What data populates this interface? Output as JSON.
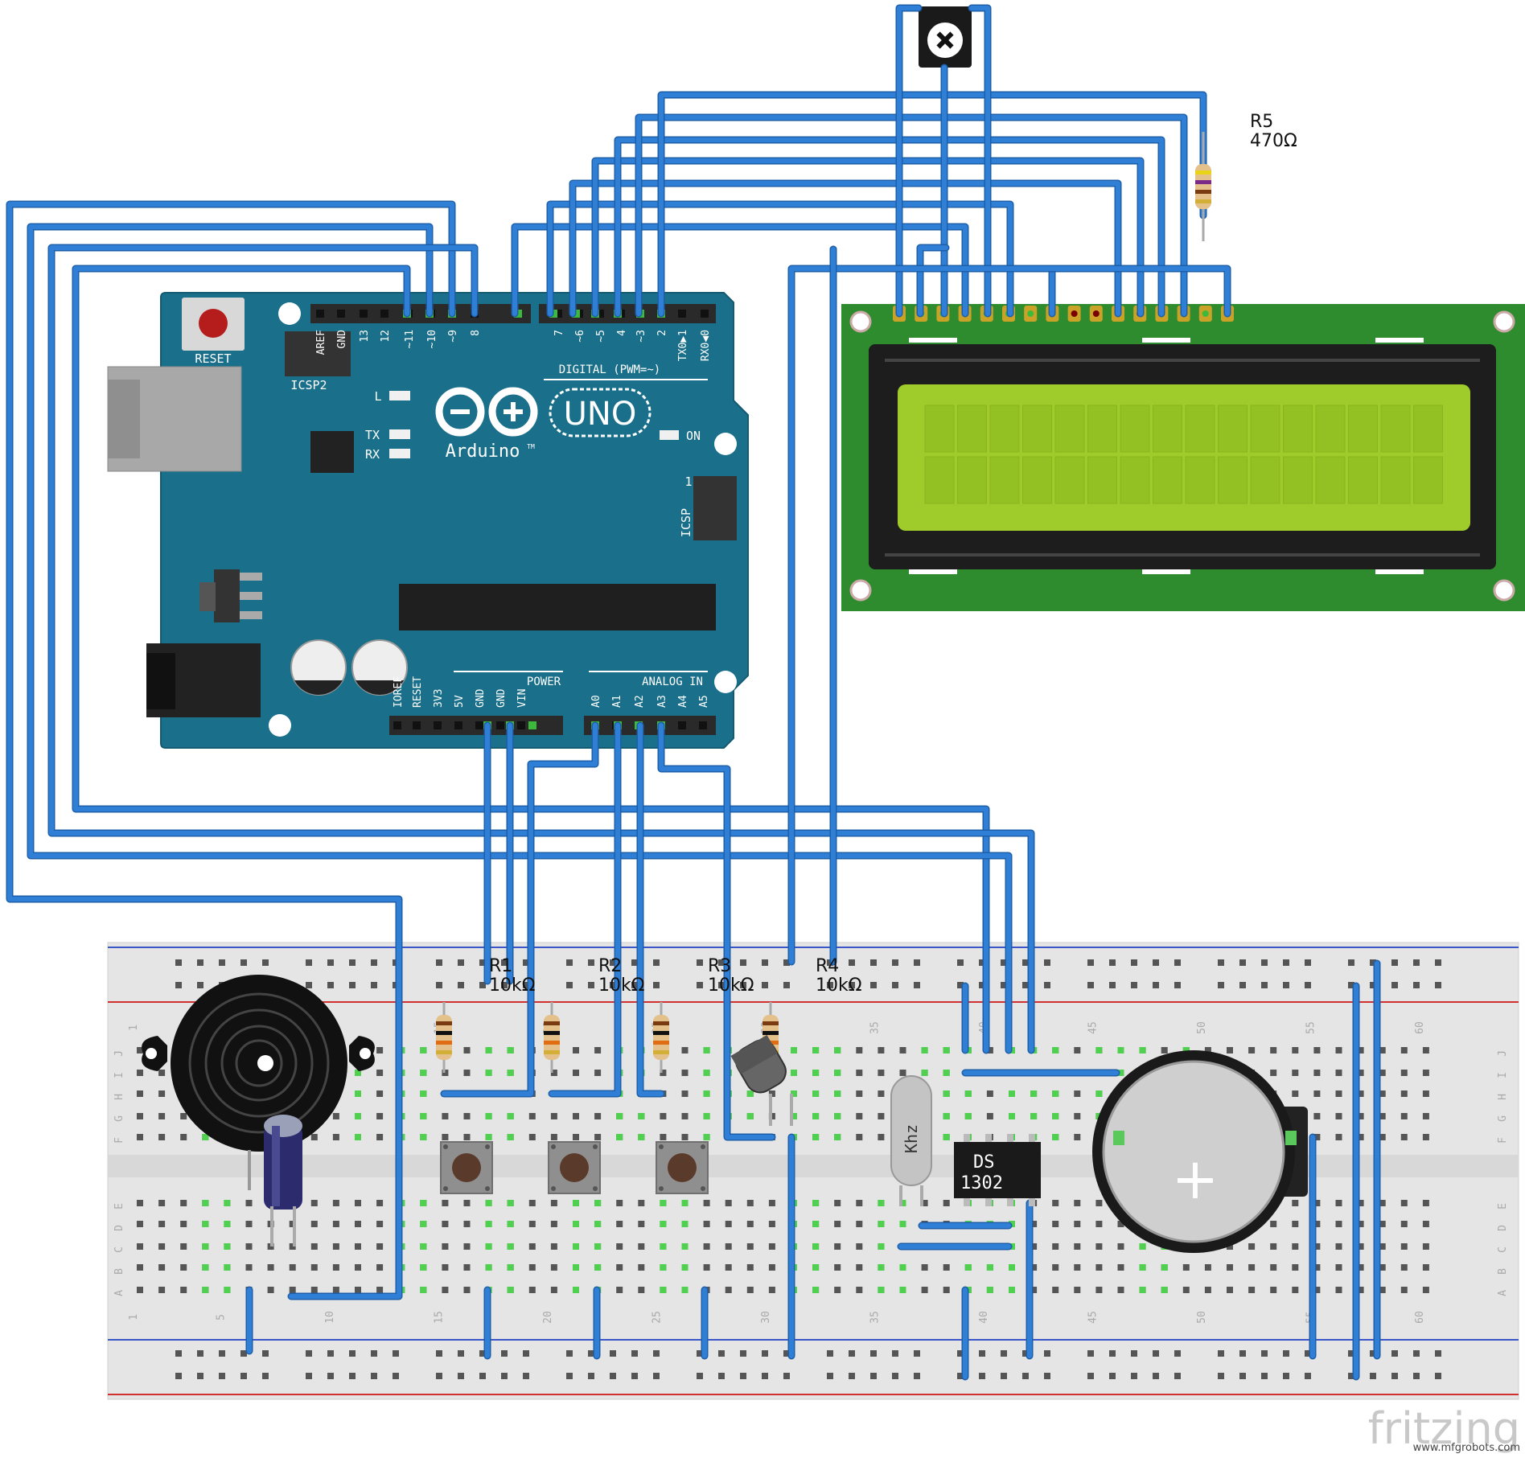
{
  "resistors": [
    {
      "name": "R1",
      "value": "10kΩ"
    },
    {
      "name": "R2",
      "value": "10kΩ"
    },
    {
      "name": "R3",
      "value": "10kΩ"
    },
    {
      "name": "R4",
      "value": "10kΩ"
    },
    {
      "name": "R5",
      "value": "470Ω"
    }
  ],
  "arduino": {
    "reset": "RESET",
    "icsp2": "ICSP2",
    "icsp": "ICSP",
    "icsp_pin": "1",
    "digital": "DIGITAL (PWM=~)",
    "led_l": "L",
    "led_tx": "TX",
    "led_rx": "RX",
    "on": "ON",
    "uno": "UNO",
    "brand": "Arduino",
    "tm": "TM",
    "power": "POWER",
    "analog_in": "ANALOG IN",
    "digital_pins": [
      "AREF",
      "GND",
      "13",
      "12",
      "~11",
      "~10",
      "~9",
      "8",
      "7",
      "~6",
      "~5",
      "4",
      "~3",
      "2",
      "TX0▶1",
      "RX0◀0"
    ],
    "power_pins": [
      "IOREF",
      "RESET",
      "3V3",
      "5V",
      "GND",
      "GND",
      "VIN"
    ],
    "analog_pins": [
      "A0",
      "A1",
      "A2",
      "A3",
      "A4",
      "A5"
    ]
  },
  "breadboard": {
    "columns_top": [
      "1",
      "5",
      "10",
      "15",
      "20",
      "25",
      "30",
      "35",
      "40",
      "45",
      "50",
      "55",
      "60"
    ],
    "rows_top": [
      "J",
      "I",
      "H",
      "G",
      "F"
    ],
    "rows_bottom": [
      "E",
      "D",
      "C",
      "B",
      "A"
    ]
  },
  "crystal": "Khz",
  "rtc_chip": {
    "line1": "DS",
    "line2": "1302"
  },
  "battery_symbol": "+",
  "watermark": "fritzing",
  "credit": "www.mfgrobots.com",
  "colors": {
    "wire": "#2f7fd6",
    "arduino_board": "#1a6f8a",
    "lcd_pcb": "#2e8b2e",
    "lcd_screen": "#9fcc2a",
    "breadboard": "#e7e7e7"
  }
}
